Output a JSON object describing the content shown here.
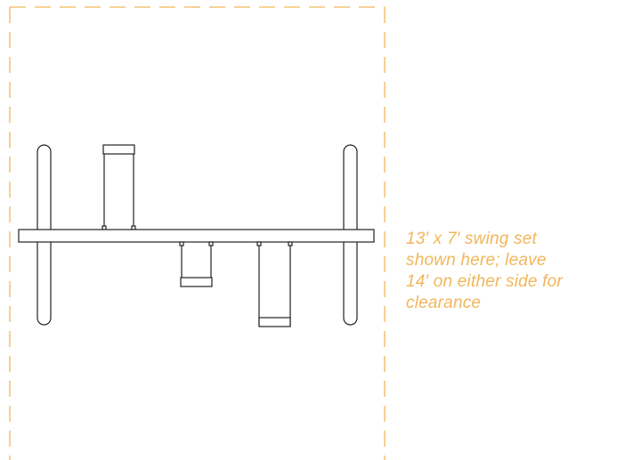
{
  "colors": {
    "clearance_border": "#f2b65a",
    "caption_text": "#f2b65a",
    "line": "#222222",
    "background": "#ffffff"
  },
  "caption": {
    "lines": [
      "13′ x 7′ swing set",
      "shown here; leave",
      "14′ on either side for",
      "clearance"
    ]
  }
}
